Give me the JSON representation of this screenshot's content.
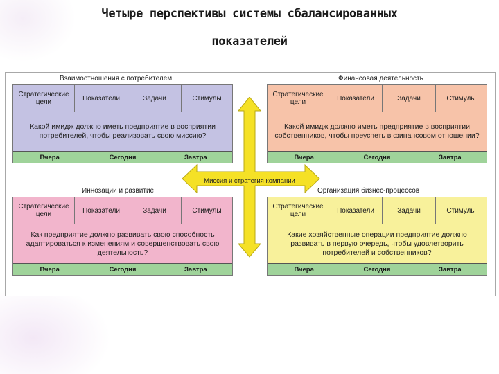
{
  "title": {
    "line1": "Четыре перспективы системы сбалансированных",
    "line2": "показателей"
  },
  "colors": {
    "customers": "#c4c2e3",
    "finance": "#f7c3a9",
    "innovation": "#f2b5cc",
    "processes": "#f8f19b",
    "footer": "#9fd39a",
    "cross": "#f5e126"
  },
  "center_label": "Миссия и стратегия компании",
  "quadrants": {
    "customers": {
      "caption": "Взаимоотношения с потребителем",
      "headers": [
        "Стратегические цели",
        "Показатели",
        "Задачи",
        "Стимулы"
      ],
      "question": "Какой имидж должно иметь предприятие в восприятии потребителей, чтобы реализовать свою миссию?",
      "footer": [
        "Вчера",
        "Сегодня",
        "Завтра"
      ]
    },
    "finance": {
      "caption": "Финансовая деятельность",
      "headers": [
        "Стратегические цели",
        "Показатели",
        "Задачи",
        "Стимулы"
      ],
      "question": "Какой имидж должно иметь предприятие в восприятии собственников, чтобы преуспеть в финансовом отношении?",
      "footer": [
        "Вчера",
        "Сегодня",
        "Завтра"
      ]
    },
    "innovation": {
      "caption": "Иннозации и развитие",
      "headers": [
        "Стратегические цели",
        "Показатели",
        "Задачи",
        "Стимулы"
      ],
      "question": "Как предприятие должно развивать свою способность адаптироваться к изменениям и совершенствовать свою деятельность?",
      "footer": [
        "Вчера",
        "Сегодня",
        "Завтра"
      ]
    },
    "processes": {
      "caption": "Организация бизнес-процессов",
      "headers": [
        "Стратегические цели",
        "Показатели",
        "Задачи",
        "Стимулы"
      ],
      "question": "Какие хозяйственные операции предприятие должно развивать в первую очередь, чтобы удовлетворить потребителей и собственников?",
      "footer": [
        "Вчера",
        "Сегодня",
        "Завтра"
      ]
    }
  }
}
